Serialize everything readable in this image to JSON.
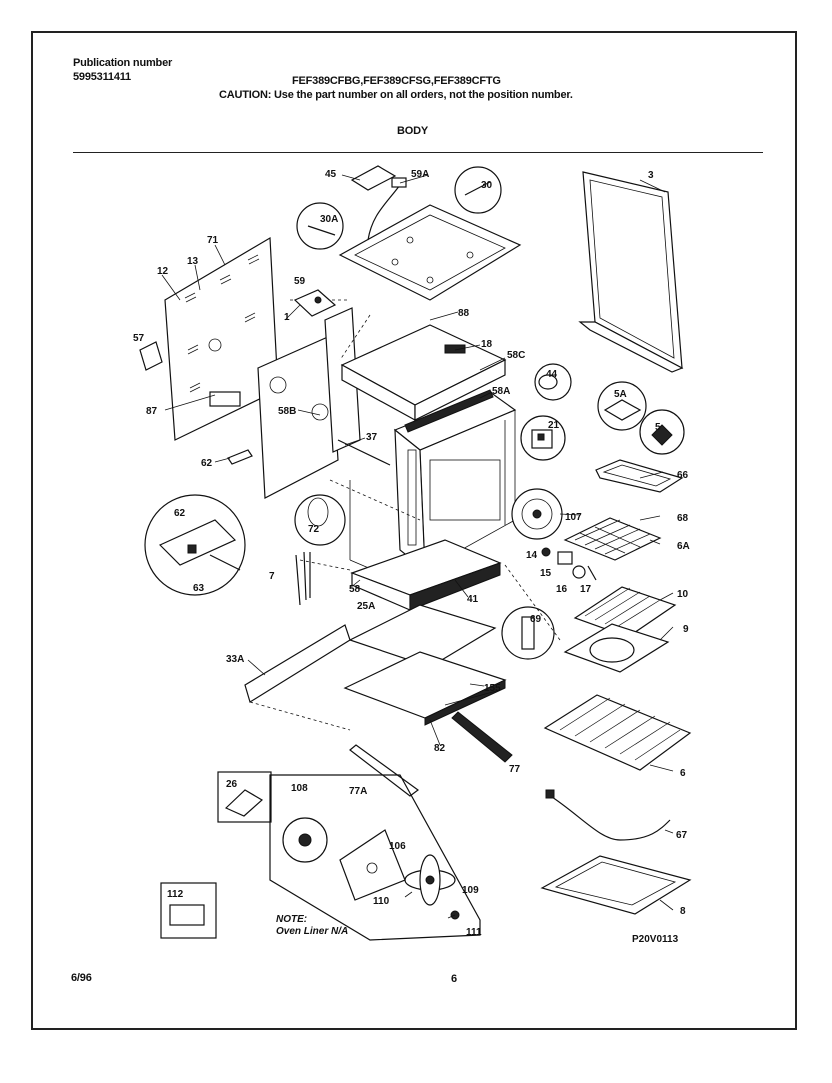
{
  "header": {
    "publication_label": "Publication number",
    "publication_number": "5995311411",
    "models": "FEF389CFBG,FEF389CFSG,FEF389CFTG",
    "caution": "CAUTION:  Use the part number on all orders, not the position number.",
    "section_title": "BODY"
  },
  "callouts": [
    "45",
    "59A",
    "30",
    "30A",
    "3",
    "71",
    "12",
    "13",
    "59",
    "88",
    "57",
    "1",
    "18",
    "58C",
    "44",
    "87",
    "58B",
    "58A",
    "5A",
    "37",
    "21",
    "5",
    "62",
    "66",
    "72",
    "107",
    "68",
    "62",
    "6A",
    "63",
    "7",
    "58",
    "41",
    "14",
    "15",
    "16",
    "17",
    "10",
    "25A",
    "69",
    "9",
    "33A",
    "155",
    "82",
    "77",
    "6",
    "77A",
    "26",
    "108",
    "106",
    "109",
    "110",
    "111",
    "112",
    "67",
    "8"
  ],
  "note": {
    "label": "NOTE:",
    "text": "Oven Liner N/A"
  },
  "diagram_code": "P20V0113",
  "footer": {
    "date": "6/96",
    "page": "6"
  }
}
